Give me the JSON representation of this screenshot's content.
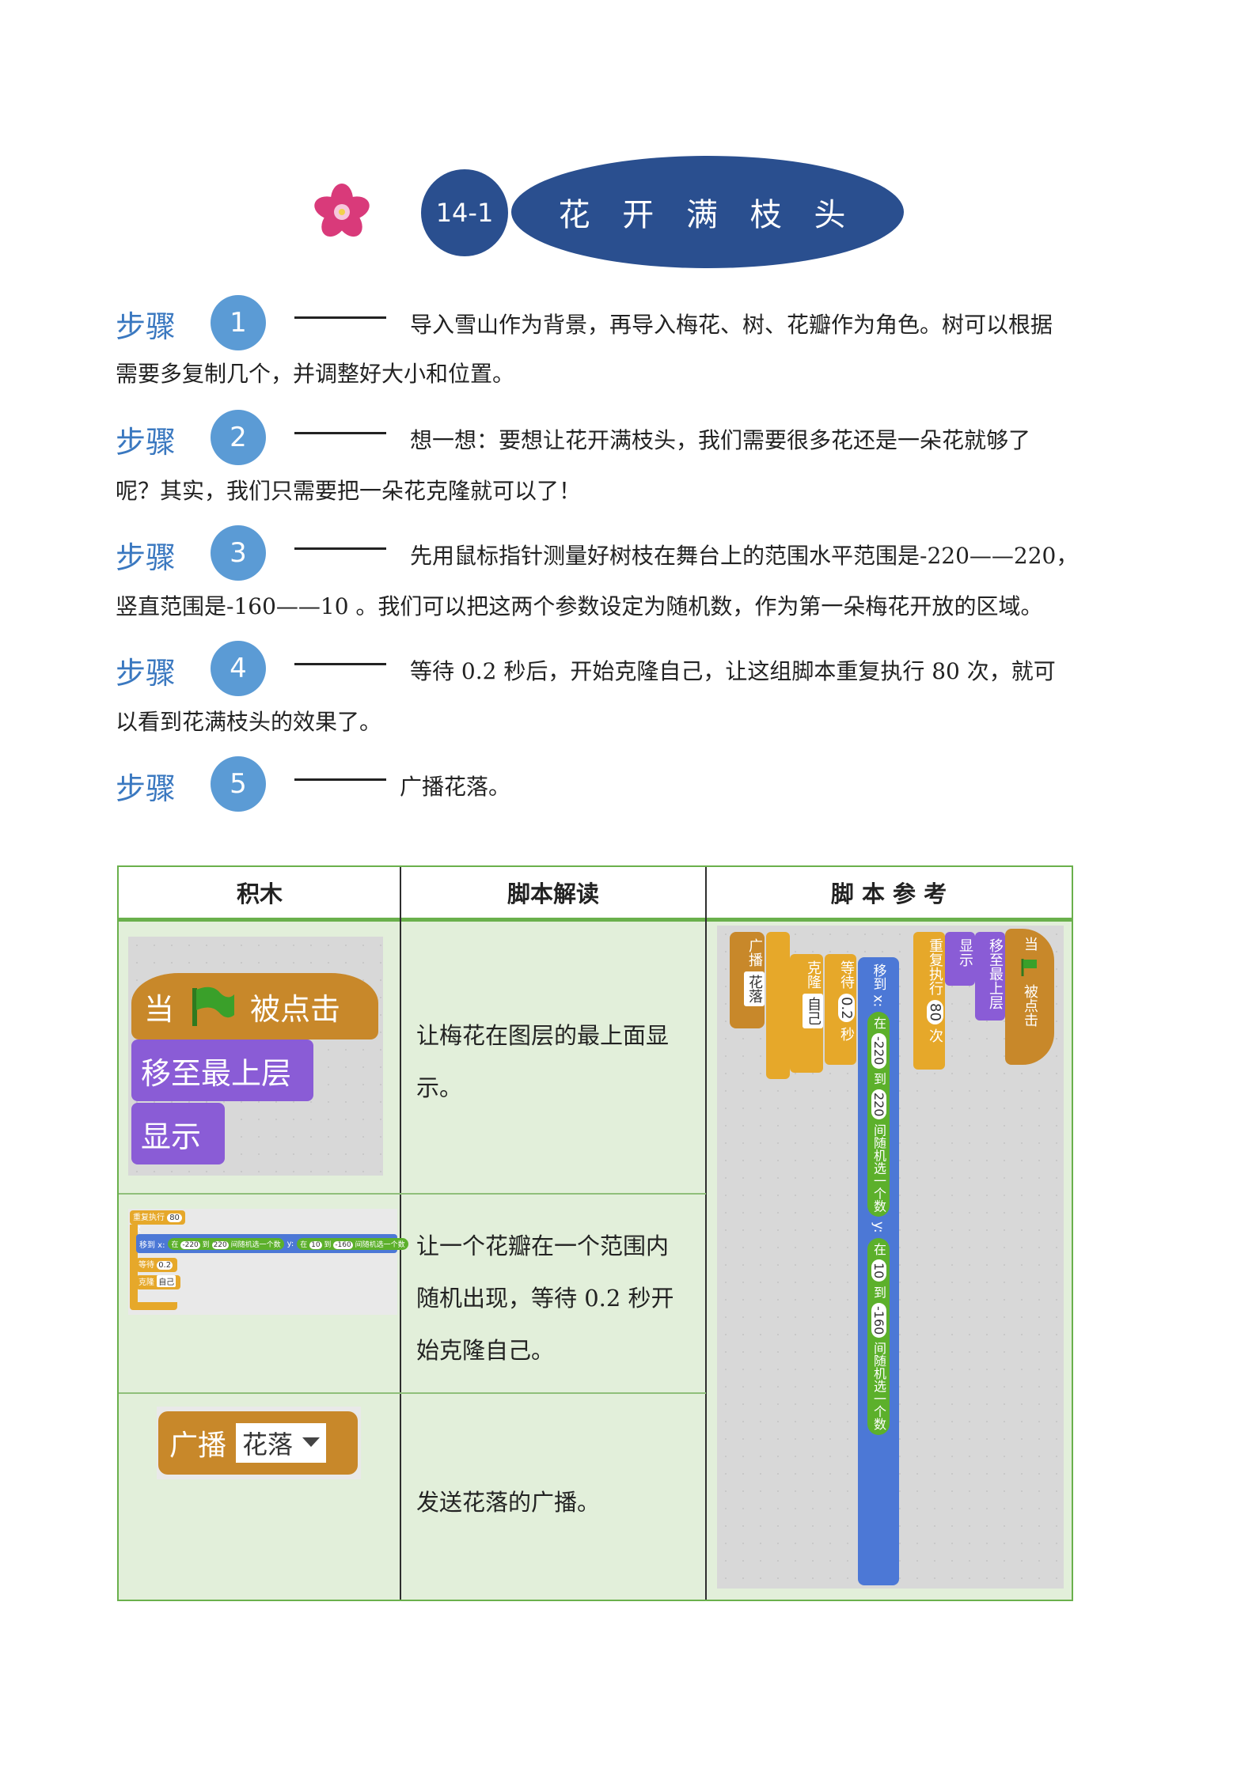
{
  "header": {
    "number": "14-1",
    "title": "花 开 满 枝 头"
  },
  "steps": [
    {
      "label": "步骤",
      "num": "1",
      "text": "导入雪山作为背景，再导入梅花、树、花瓣作为角色。树可以根据",
      "cont": "需要多复制几个，并调整好大小和位置。"
    },
    {
      "label": "步骤",
      "num": "2",
      "text": "想一想：要想让花开满枝头，我们需要很多花还是一朵花就够了",
      "cont": "呢？其实，我们只需要把一朵花克隆就可以了！"
    },
    {
      "label": "步骤",
      "num": "3",
      "text": "先用鼠标指针测量好树枝在舞台上的范围水平范围是-220——220，",
      "cont": "竖直范围是-160——10 。我们可以把这两个参数设定为随机数，作为第一朵梅花开放的区域。"
    },
    {
      "label": "步骤",
      "num": "4",
      "text": "等待 0.2 秒后，开始克隆自己，让这组脚本重复执行 80 次，就可",
      "cont": "以看到花满枝头的效果了。"
    },
    {
      "label": "步骤",
      "num": "5",
      "text": "广播花落。",
      "cont": ""
    }
  ],
  "table": {
    "headers": [
      "积木",
      "脚本解读",
      "脚 本 参 考"
    ],
    "rows": [
      {
        "desc": [
          "让梅花在图层的最上面显",
          "示。"
        ]
      },
      {
        "desc": [
          "让一个花瓣在一个范围内",
          "随机出现，等待 0.2 秒开",
          "始克隆自己。"
        ]
      },
      {
        "desc": [
          "发送花落的广播。"
        ]
      }
    ]
  },
  "blocks": {
    "when_flag_prefix": "当",
    "when_flag_suffix": "被点击",
    "go_front": "移至最上层",
    "show": "显示",
    "repeat": "重复执行",
    "repeat_count": "80",
    "repeat_unit": "次",
    "goto": "移到 x:",
    "rand_in": "在",
    "rand_to": "到",
    "rand_end": "间随机选一个数",
    "goto_y": "y:",
    "x_from": "-220",
    "x_to": "220",
    "y_from": "10",
    "y_to": "-160",
    "wait": "等待",
    "wait_val": "0.2",
    "wait_unit": "秒",
    "clone": "克隆",
    "clone_target": "自己",
    "broadcast": "广播",
    "broadcast_msg": "花落"
  },
  "colors": {
    "header_blue": "#2a4f8f",
    "step_blue": "#5b9bd5",
    "table_green": "#6ab04c",
    "cell_green": "#e2efda"
  }
}
